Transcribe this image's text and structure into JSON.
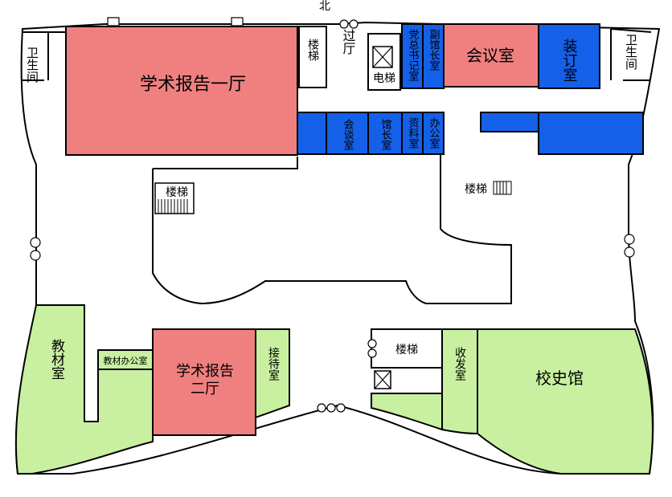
{
  "compass": {
    "north": "北"
  },
  "colors": {
    "academic_hall": "#f08080",
    "office": "#1560e8",
    "green_room": "#c8f0a0",
    "floor": "#ffffff",
    "wall": "#000000"
  },
  "rooms": {
    "hall_1": "学术报告一厅",
    "hall_2_line1": "学术报告",
    "hall_2_line2": "二厅",
    "meeting_room": "会议室",
    "binding_room": "装订室",
    "deputy_curator": "副馆长室",
    "party_secretary": "党总书记室",
    "elevator": "电梯",
    "stair_top": "楼梯",
    "passage_hall": "过厅",
    "toilet_left": "卫生间",
    "toilet_right": "卫生间",
    "talk_room": "会谈室",
    "curator_room": "馆长室",
    "data_room": "资料室",
    "office_room": "办公室",
    "stair_left": "楼梯",
    "stair_right": "楼梯",
    "textbook_room": "教材室",
    "textbook_office": "教材办公室",
    "reception": "接待室",
    "stair_bottom": "楼梯",
    "mail_room": "收发室",
    "history_museum": "校史馆"
  }
}
